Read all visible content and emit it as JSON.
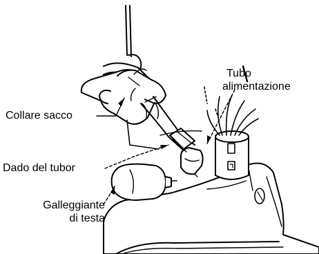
{
  "labels": {
    "collare_sacco": "Collare sacco",
    "tubo_alimentazione_line1": "Tubo",
    "tubo_alimentazione_line2": "alimentazione",
    "dado_del_tubor": "Dado del tubor",
    "galleggiante_line1": "Galleggiante",
    "galleggiante_line2": "di testa"
  },
  "colors": {
    "line": "#000000",
    "fill": "#ffffff",
    "shade": "#e8e8e8"
  }
}
